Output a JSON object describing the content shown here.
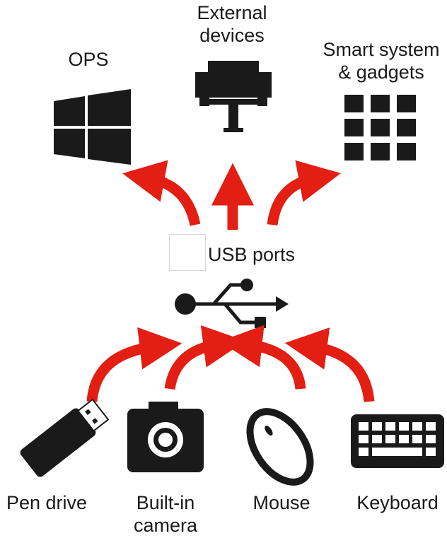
{
  "labels": {
    "external_devices": "External\ndevices",
    "ops": "OPS",
    "smart_system": "Smart system\n& gadgets",
    "usb_ports": "USB ports",
    "pen_drive": "Pen drive",
    "built_in_camera": "Built-in\ncamera",
    "mouse": "Mouse",
    "keyboard": "Keyboard"
  },
  "colors": {
    "arrow": "#e31e13",
    "icon": "#1a1a1a"
  }
}
